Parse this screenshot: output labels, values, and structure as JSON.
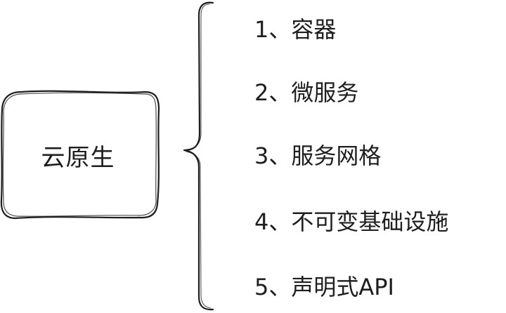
{
  "root": {
    "label": "云原生"
  },
  "items": [
    {
      "label": "1、容器"
    },
    {
      "label": "2、微服务"
    },
    {
      "label": "3、服务网格"
    },
    {
      "label": "4、不可变基础设施"
    },
    {
      "label": "5、声明式API"
    }
  ],
  "colors": {
    "stroke": "#1e1e1e",
    "background": "#ffffff"
  }
}
